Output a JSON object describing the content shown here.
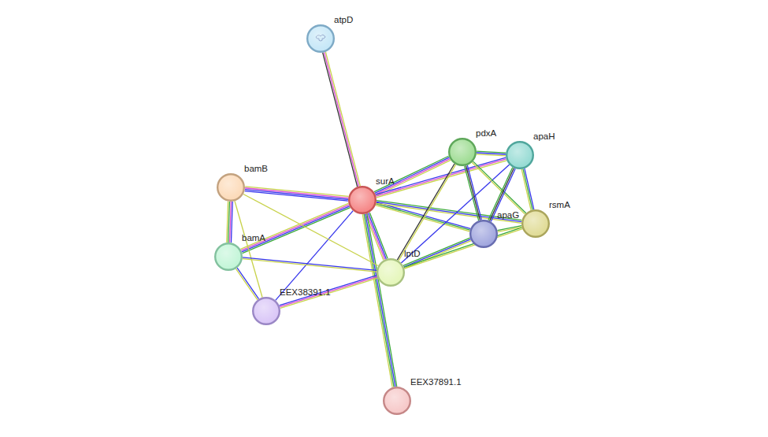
{
  "diagram": {
    "nodes": [
      {
        "text": [
          "atpD"
        ]
      },
      {
        "text": [
          "pdxA"
        ]
      },
      {
        "text": [
          "apaH"
        ]
      },
      {
        "text": [
          "bamB"
        ]
      },
      {
        "text": [
          "surA"
        ]
      },
      {
        "text": [
          "rsmA"
        ]
      },
      {
        "text": [
          "apaG"
        ]
      },
      {
        "text": [
          "bamA"
        ]
      },
      {
        "text": [
          "lptD"
        ]
      },
      {
        "text": [
          "EEX38391.1"
        ]
      },
      {
        "text": [
          "EEX37891.1"
        ]
      }
    ],
    "edges": [
      {
        "from": 4,
        "to": 0,
        "arrow": "none"
      },
      {
        "from": 4,
        "to": 3,
        "arrow": "none"
      },
      {
        "from": 4,
        "to": 7,
        "arrow": "none"
      },
      {
        "from": 4,
        "to": 9,
        "arrow": "none"
      },
      {
        "from": 4,
        "to": 8,
        "arrow": "none"
      },
      {
        "from": 4,
        "to": 10,
        "arrow": "none"
      },
      {
        "from": 4,
        "to": 1,
        "arrow": "none"
      },
      {
        "from": 4,
        "to": 2,
        "arrow": "none"
      },
      {
        "from": 4,
        "to": 6,
        "arrow": "none"
      },
      {
        "from": 4,
        "to": 5,
        "arrow": "none"
      },
      {
        "from": 3,
        "to": 7,
        "arrow": "none"
      },
      {
        "from": 3,
        "to": 9,
        "arrow": "none"
      },
      {
        "from": 3,
        "to": 8,
        "arrow": "none"
      },
      {
        "from": 7,
        "to": 9,
        "arrow": "none"
      },
      {
        "from": 7,
        "to": 8,
        "arrow": "none"
      },
      {
        "from": 9,
        "to": 8,
        "arrow": "none"
      },
      {
        "from": 8,
        "to": 6,
        "arrow": "none"
      },
      {
        "from": 8,
        "to": 1,
        "arrow": "none"
      },
      {
        "from": 8,
        "to": 2,
        "arrow": "none"
      },
      {
        "from": 8,
        "to": 5,
        "arrow": "none"
      },
      {
        "from": 1,
        "to": 2,
        "arrow": "none"
      },
      {
        "from": 1,
        "to": 6,
        "arrow": "none"
      },
      {
        "from": 1,
        "to": 5,
        "arrow": "none"
      },
      {
        "from": 2,
        "to": 6,
        "arrow": "none"
      },
      {
        "from": 2,
        "to": 5,
        "arrow": "none"
      },
      {
        "from": 6,
        "to": 5,
        "arrow": "none"
      }
    ]
  }
}
